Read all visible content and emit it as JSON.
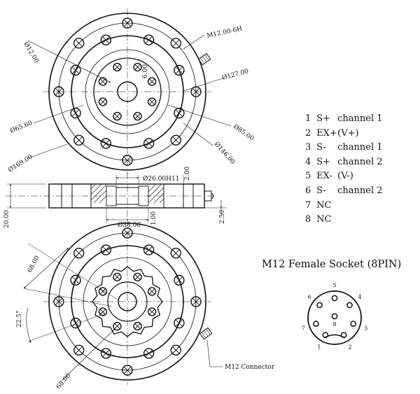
{
  "top_view": {
    "thread_label": "M12.00-6H",
    "dims": [
      "Ø12.00",
      "Ø127.00",
      "Ø65.60",
      "Ø85.00",
      "Ø146.00",
      "Ø169.00",
      "6.00"
    ]
  },
  "side_view": {
    "dims": [
      "Ø26.00H11",
      "2.00",
      "20.00",
      "1.00",
      "Ø38.00",
      "2.50"
    ]
  },
  "bottom_view": {
    "dims": [
      "68.00",
      "22.5°",
      "68.00"
    ],
    "connector_label": "M12 Connector"
  },
  "pinout": [
    {
      "num": "1",
      "signal": "S+",
      "desc": "channel 1"
    },
    {
      "num": "2",
      "signal": "EX+",
      "desc": "(V+)"
    },
    {
      "num": "3",
      "signal": "S-",
      "desc": "channel 1"
    },
    {
      "num": "4",
      "signal": "S+",
      "desc": "channel 2"
    },
    {
      "num": "5",
      "signal": "EX-",
      "desc": "(V-)"
    },
    {
      "num": "6",
      "signal": "S-",
      "desc": "channel 2"
    },
    {
      "num": "7",
      "signal": "NC",
      "desc": ""
    },
    {
      "num": "8",
      "signal": "NC",
      "desc": ""
    }
  ],
  "socket": {
    "title": "M12 Female Socket (8PIN)",
    "pin_labels": [
      "1",
      "2",
      "3",
      "4",
      "5",
      "6",
      "7",
      "8"
    ]
  }
}
